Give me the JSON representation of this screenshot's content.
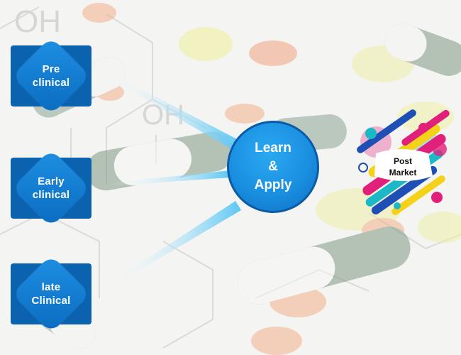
{
  "background": {
    "formula_text_top": "OH",
    "formula_text_mid": "OH",
    "colors": {
      "base": "#f4f4f2",
      "pill_orange": "#f3b08c",
      "pill_yellow": "#f0f0a8",
      "pill_green": "#7e9a84"
    }
  },
  "stages": [
    {
      "line1": "Pre",
      "line2": "clinical"
    },
    {
      "line1": "Early",
      "line2": "clinical"
    },
    {
      "line1": "late",
      "line2": "Clinical"
    }
  ],
  "hub": {
    "line1": "Learn",
    "line2": "&",
    "line3": "Apply"
  },
  "post_market": {
    "line1": "Post",
    "line2": "Market"
  },
  "colors": {
    "stage_box": "#0b63b0",
    "hub": "#1a8fe0",
    "connector": "#5cc6f4",
    "badge_magenta": "#e0207a",
    "badge_yellow": "#f5d21a",
    "badge_teal": "#1bb8c8",
    "badge_blue": "#1e4fb5"
  }
}
